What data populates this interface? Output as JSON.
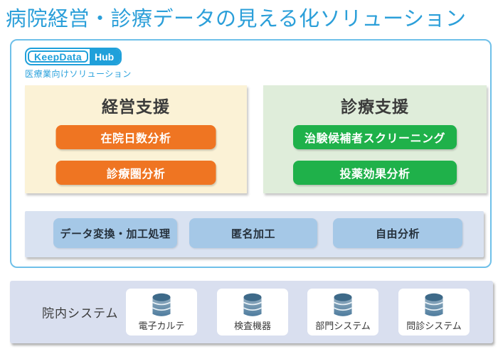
{
  "title": "病院経営・診療データの見える化ソリューション",
  "brand": {
    "logo_left": "KeepData",
    "logo_right": "Hub",
    "tagline": "医療業向けソリューション"
  },
  "panels": {
    "management": {
      "title": "経営支援",
      "buttons": [
        "在院日数分析",
        "診療圏分析"
      ]
    },
    "clinical": {
      "title": "診療支援",
      "buttons": [
        "治験候補者スクリーニング",
        "投薬効果分析"
      ]
    }
  },
  "processing": {
    "buttons": [
      "データ変換・加工処理",
      "匿名加工",
      "自由分析"
    ]
  },
  "systems": {
    "label": "院内システム",
    "items": [
      "電子カルテ",
      "検査機器",
      "部門システム",
      "問診システム"
    ]
  },
  "colors": {
    "title_blue": "#2B9FD9",
    "logo_blue": "#1FA0DA",
    "container_border": "#6FC0E9",
    "management_panel_bg": "#FBF2D6",
    "management_button": "#EF7522",
    "clinical_panel_bg": "#DFEDDA",
    "clinical_button": "#1FB14A",
    "processing_band_bg": "#D9E2F1",
    "processing_button": "#A5C8E7",
    "systems_band_bg": "#D9DFEF",
    "database_icon": "#4E7C9E"
  }
}
